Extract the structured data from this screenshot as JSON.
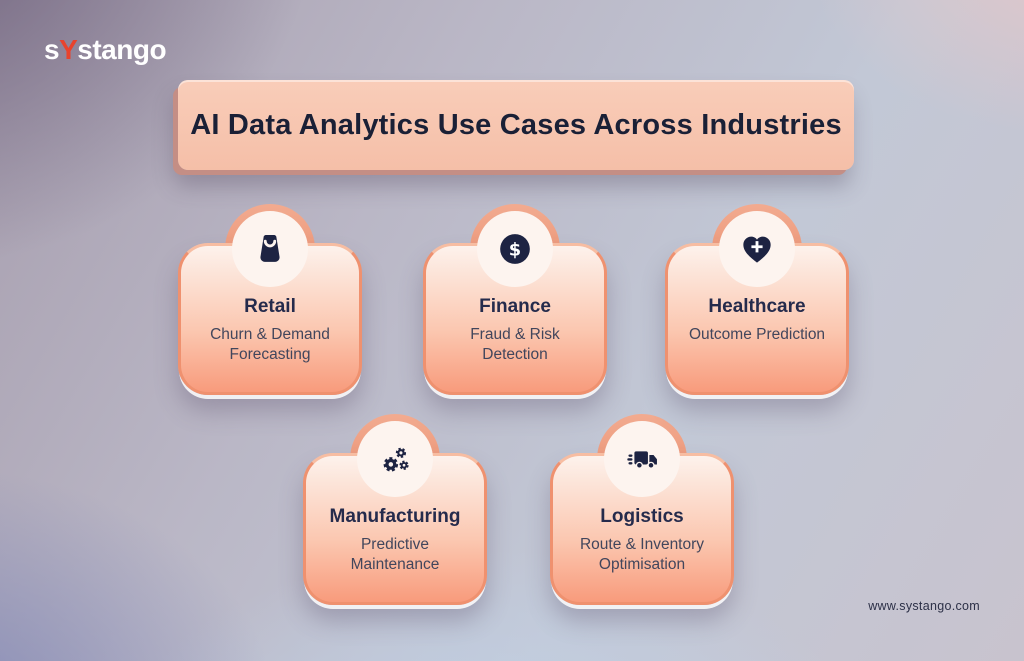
{
  "brand": {
    "prefix": "s",
    "y": "Y",
    "suffix": "stango"
  },
  "title": "AI Data Analytics Use Cases Across Industries",
  "footer": {
    "url": "www.systango.com"
  },
  "colors": {
    "accent_salmon": "#ee8f6f",
    "card_gradient_top": "#fdf2ec",
    "card_gradient_bottom": "#f89b7c",
    "banner_peach": "#f6c3ae",
    "icon_navy": "#1d2342",
    "logo_y_red": "#e8432d",
    "title_text": "#1a2036"
  },
  "cards": [
    {
      "industry": "Retail",
      "use_case": "Churn & Demand Forecasting",
      "icon": "shopping-bag-icon"
    },
    {
      "industry": "Finance",
      "use_case": "Fraud & Risk Detection",
      "icon": "dollar-sign-icon"
    },
    {
      "industry": "Healthcare",
      "use_case": "Outcome Prediction",
      "icon": "heart-plus-icon"
    },
    {
      "industry": "Manufacturing",
      "use_case": "Predictive Maintenance",
      "icon": "gears-icon"
    },
    {
      "industry": "Logistics",
      "use_case": "Route & Inventory Optimisation",
      "icon": "delivery-truck-icon"
    }
  ]
}
